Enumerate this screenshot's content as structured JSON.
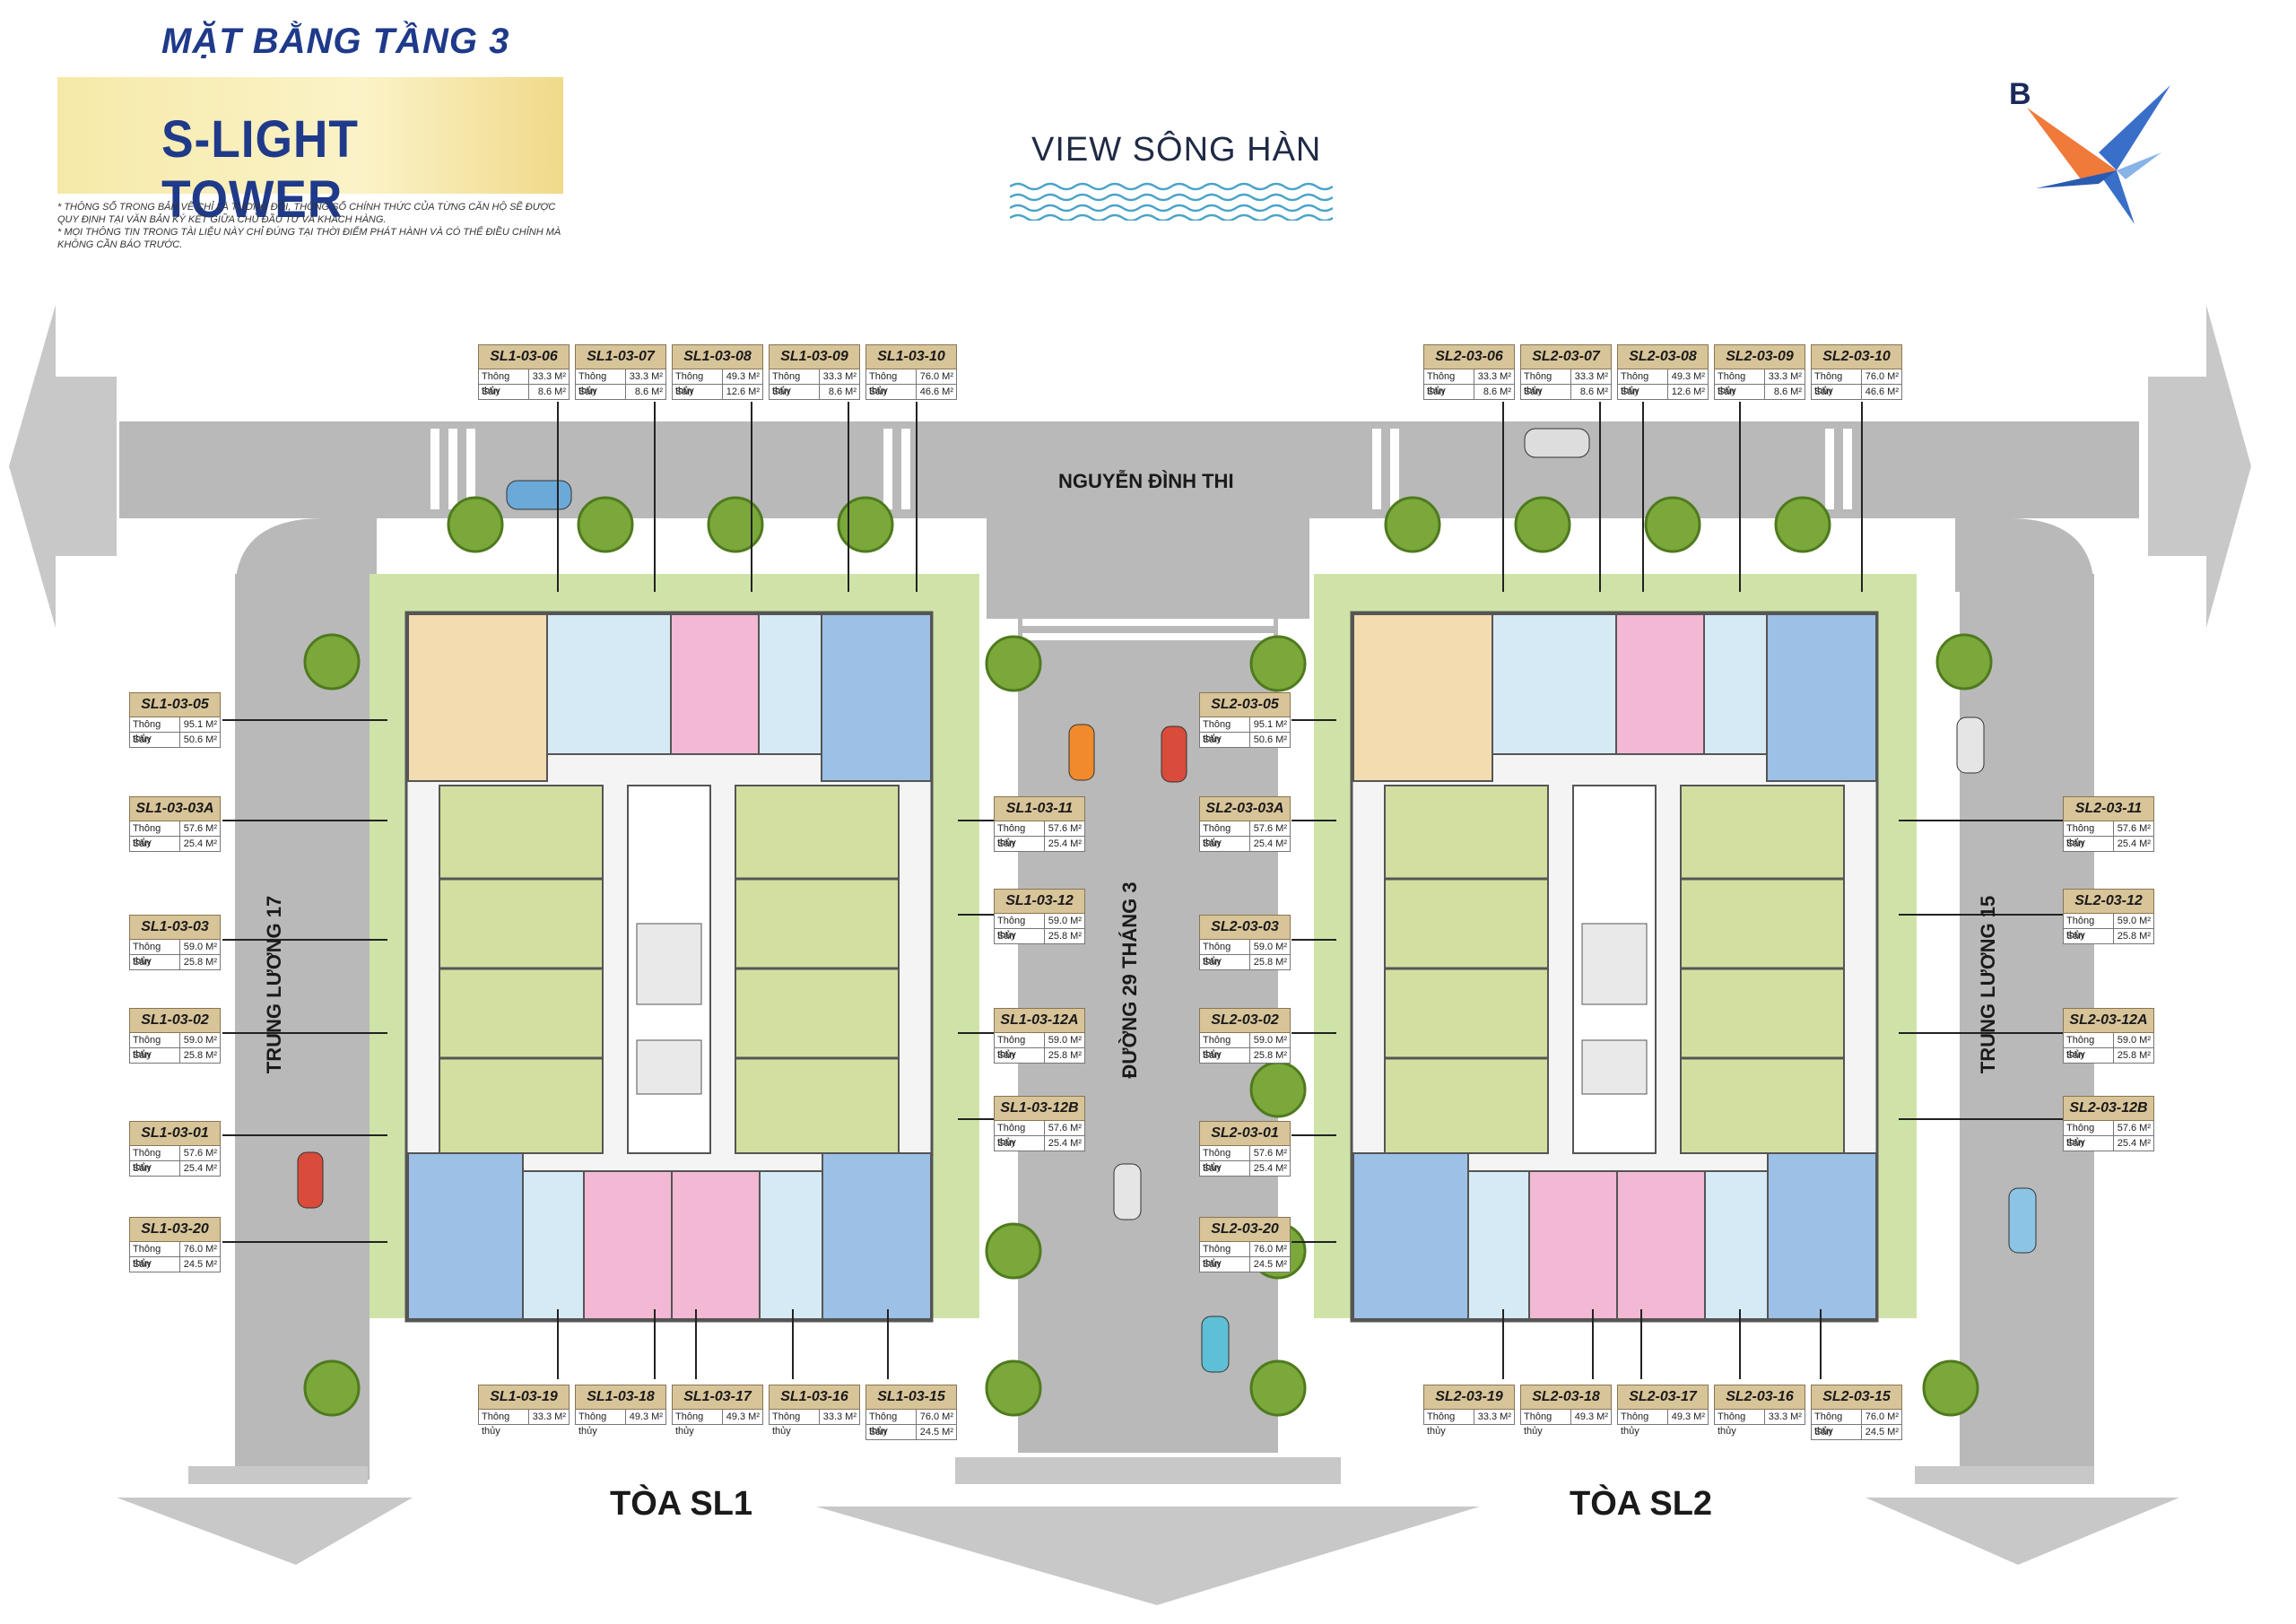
{
  "header": {
    "title": "MẶT BẰNG TẦNG 3",
    "project_name": "S-LIGHT TOWER",
    "notes": [
      "* THÔNG SỐ TRONG BẢN VẼ CHỈ LÀ TƯƠNG ĐỐI, THÔNG SỐ CHÍNH THỨC CỦA TỪNG CĂN HỘ SẼ ĐƯỢC QUY ĐỊNH TẠI VĂN BẢN KÝ KẾT GIỮA CHỦ ĐẦU TƯ VÀ KHÁCH HÀNG.",
      "* MỌI THÔNG TIN TRONG TÀI LIỆU NÀY CHỈ ĐÚNG TẠI THỜI ĐIỂM PHÁT HÀNH VÀ CÓ THỂ ĐIỀU CHỈNH MÀ KHÔNG CẦN BÁO TRƯỚC."
    ],
    "view_label": "VIEW SÔNG HÀN",
    "logo_letter": "B"
  },
  "streets": {
    "top": "NGUYỄN ĐÌNH THI",
    "left": "TRUNG LƯƠNG 17",
    "middle": "ĐƯỜNG 29 THÁNG 3",
    "right": "TRUNG LƯƠNG 15"
  },
  "towers": {
    "sl1": "TÒA SL1",
    "sl2": "TÒA SL2"
  },
  "labels": {
    "thong_thuy": "Thông thủy",
    "san": "Sân"
  },
  "colors": {
    "beige_unit": "#f3dcb0",
    "light_blue_unit": "#d6eaf5",
    "pink_unit": "#f2b8d4",
    "blue_unit": "#9cc0e6",
    "green_unit": "#d3dfa0",
    "lawn": "#cfe3a8",
    "road": "#b9b9b9",
    "label_header": "#d8c499"
  },
  "units": [
    {
      "code": "SL1-03-06",
      "tt": "33.3 M²",
      "san": "8.6 M²"
    },
    {
      "code": "SL1-03-07",
      "tt": "33.3 M²",
      "san": "8.6 M²"
    },
    {
      "code": "SL1-03-08",
      "tt": "49.3 M²",
      "san": "12.6 M²"
    },
    {
      "code": "SL1-03-09",
      "tt": "33.3 M²",
      "san": "8.6 M²"
    },
    {
      "code": "SL1-03-10",
      "tt": "76.0 M²",
      "san": "46.6 M²"
    },
    {
      "code": "SL2-03-06",
      "tt": "33.3 M²",
      "san": "8.6 M²"
    },
    {
      "code": "SL2-03-07",
      "tt": "33.3 M²",
      "san": "8.6 M²"
    },
    {
      "code": "SL2-03-08",
      "tt": "49.3 M²",
      "san": "12.6 M²"
    },
    {
      "code": "SL2-03-09",
      "tt": "33.3 M²",
      "san": "8.6 M²"
    },
    {
      "code": "SL2-03-10",
      "tt": "76.0 M²",
      "san": "46.6 M²"
    },
    {
      "code": "SL1-03-05",
      "tt": "95.1 M²",
      "san": "50.6 M²"
    },
    {
      "code": "SL1-03-03A",
      "tt": "57.6 M²",
      "san": "25.4 M²"
    },
    {
      "code": "SL1-03-03",
      "tt": "59.0 M²",
      "san": "25.8 M²"
    },
    {
      "code": "SL1-03-02",
      "tt": "59.0 M²",
      "san": "25.8 M²"
    },
    {
      "code": "SL1-03-01",
      "tt": "57.6 M²",
      "san": "25.4 M²"
    },
    {
      "code": "SL1-03-20",
      "tt": "76.0 M²",
      "san": "24.5 M²"
    },
    {
      "code": "SL1-03-11",
      "tt": "57.6 M²",
      "san": "25.4 M²"
    },
    {
      "code": "SL1-03-12",
      "tt": "59.0 M²",
      "san": "25.8 M²"
    },
    {
      "code": "SL1-03-12A",
      "tt": "59.0 M²",
      "san": "25.8 M²"
    },
    {
      "code": "SL1-03-12B",
      "tt": "57.6 M²",
      "san": "25.4 M²"
    },
    {
      "code": "SL2-03-05",
      "tt": "95.1 M²",
      "san": "50.6 M²"
    },
    {
      "code": "SL2-03-03A",
      "tt": "57.6 M²",
      "san": "25.4 M²"
    },
    {
      "code": "SL2-03-03",
      "tt": "59.0 M²",
      "san": "25.8 M²"
    },
    {
      "code": "SL2-03-02",
      "tt": "59.0 M²",
      "san": "25.8 M²"
    },
    {
      "code": "SL2-03-01",
      "tt": "57.6 M²",
      "san": "25.4 M²"
    },
    {
      "code": "SL2-03-20",
      "tt": "76.0 M²",
      "san": "24.5 M²"
    },
    {
      "code": "SL2-03-11",
      "tt": "57.6 M²",
      "san": "25.4 M²"
    },
    {
      "code": "SL2-03-12",
      "tt": "59.0 M²",
      "san": "25.8 M²"
    },
    {
      "code": "SL2-03-12A",
      "tt": "59.0 M²",
      "san": "25.8 M²"
    },
    {
      "code": "SL2-03-12B",
      "tt": "57.6 M²",
      "san": "25.4 M²"
    },
    {
      "code": "SL1-03-19",
      "tt": "33.3 M²",
      "san": null
    },
    {
      "code": "SL1-03-18",
      "tt": "49.3 M²",
      "san": null
    },
    {
      "code": "SL1-03-17",
      "tt": "49.3 M²",
      "san": null
    },
    {
      "code": "SL1-03-16",
      "tt": "33.3 M²",
      "san": null
    },
    {
      "code": "SL1-03-15",
      "tt": "76.0 M²",
      "san": "24.5 M²"
    },
    {
      "code": "SL2-03-19",
      "tt": "33.3 M²",
      "san": null
    },
    {
      "code": "SL2-03-18",
      "tt": "49.3 M²",
      "san": null
    },
    {
      "code": "SL2-03-17",
      "tt": "49.3 M²",
      "san": null
    },
    {
      "code": "SL2-03-16",
      "tt": "33.3 M²",
      "san": null
    },
    {
      "code": "SL2-03-15",
      "tt": "76.0 M²",
      "san": "24.5 M²"
    }
  ]
}
